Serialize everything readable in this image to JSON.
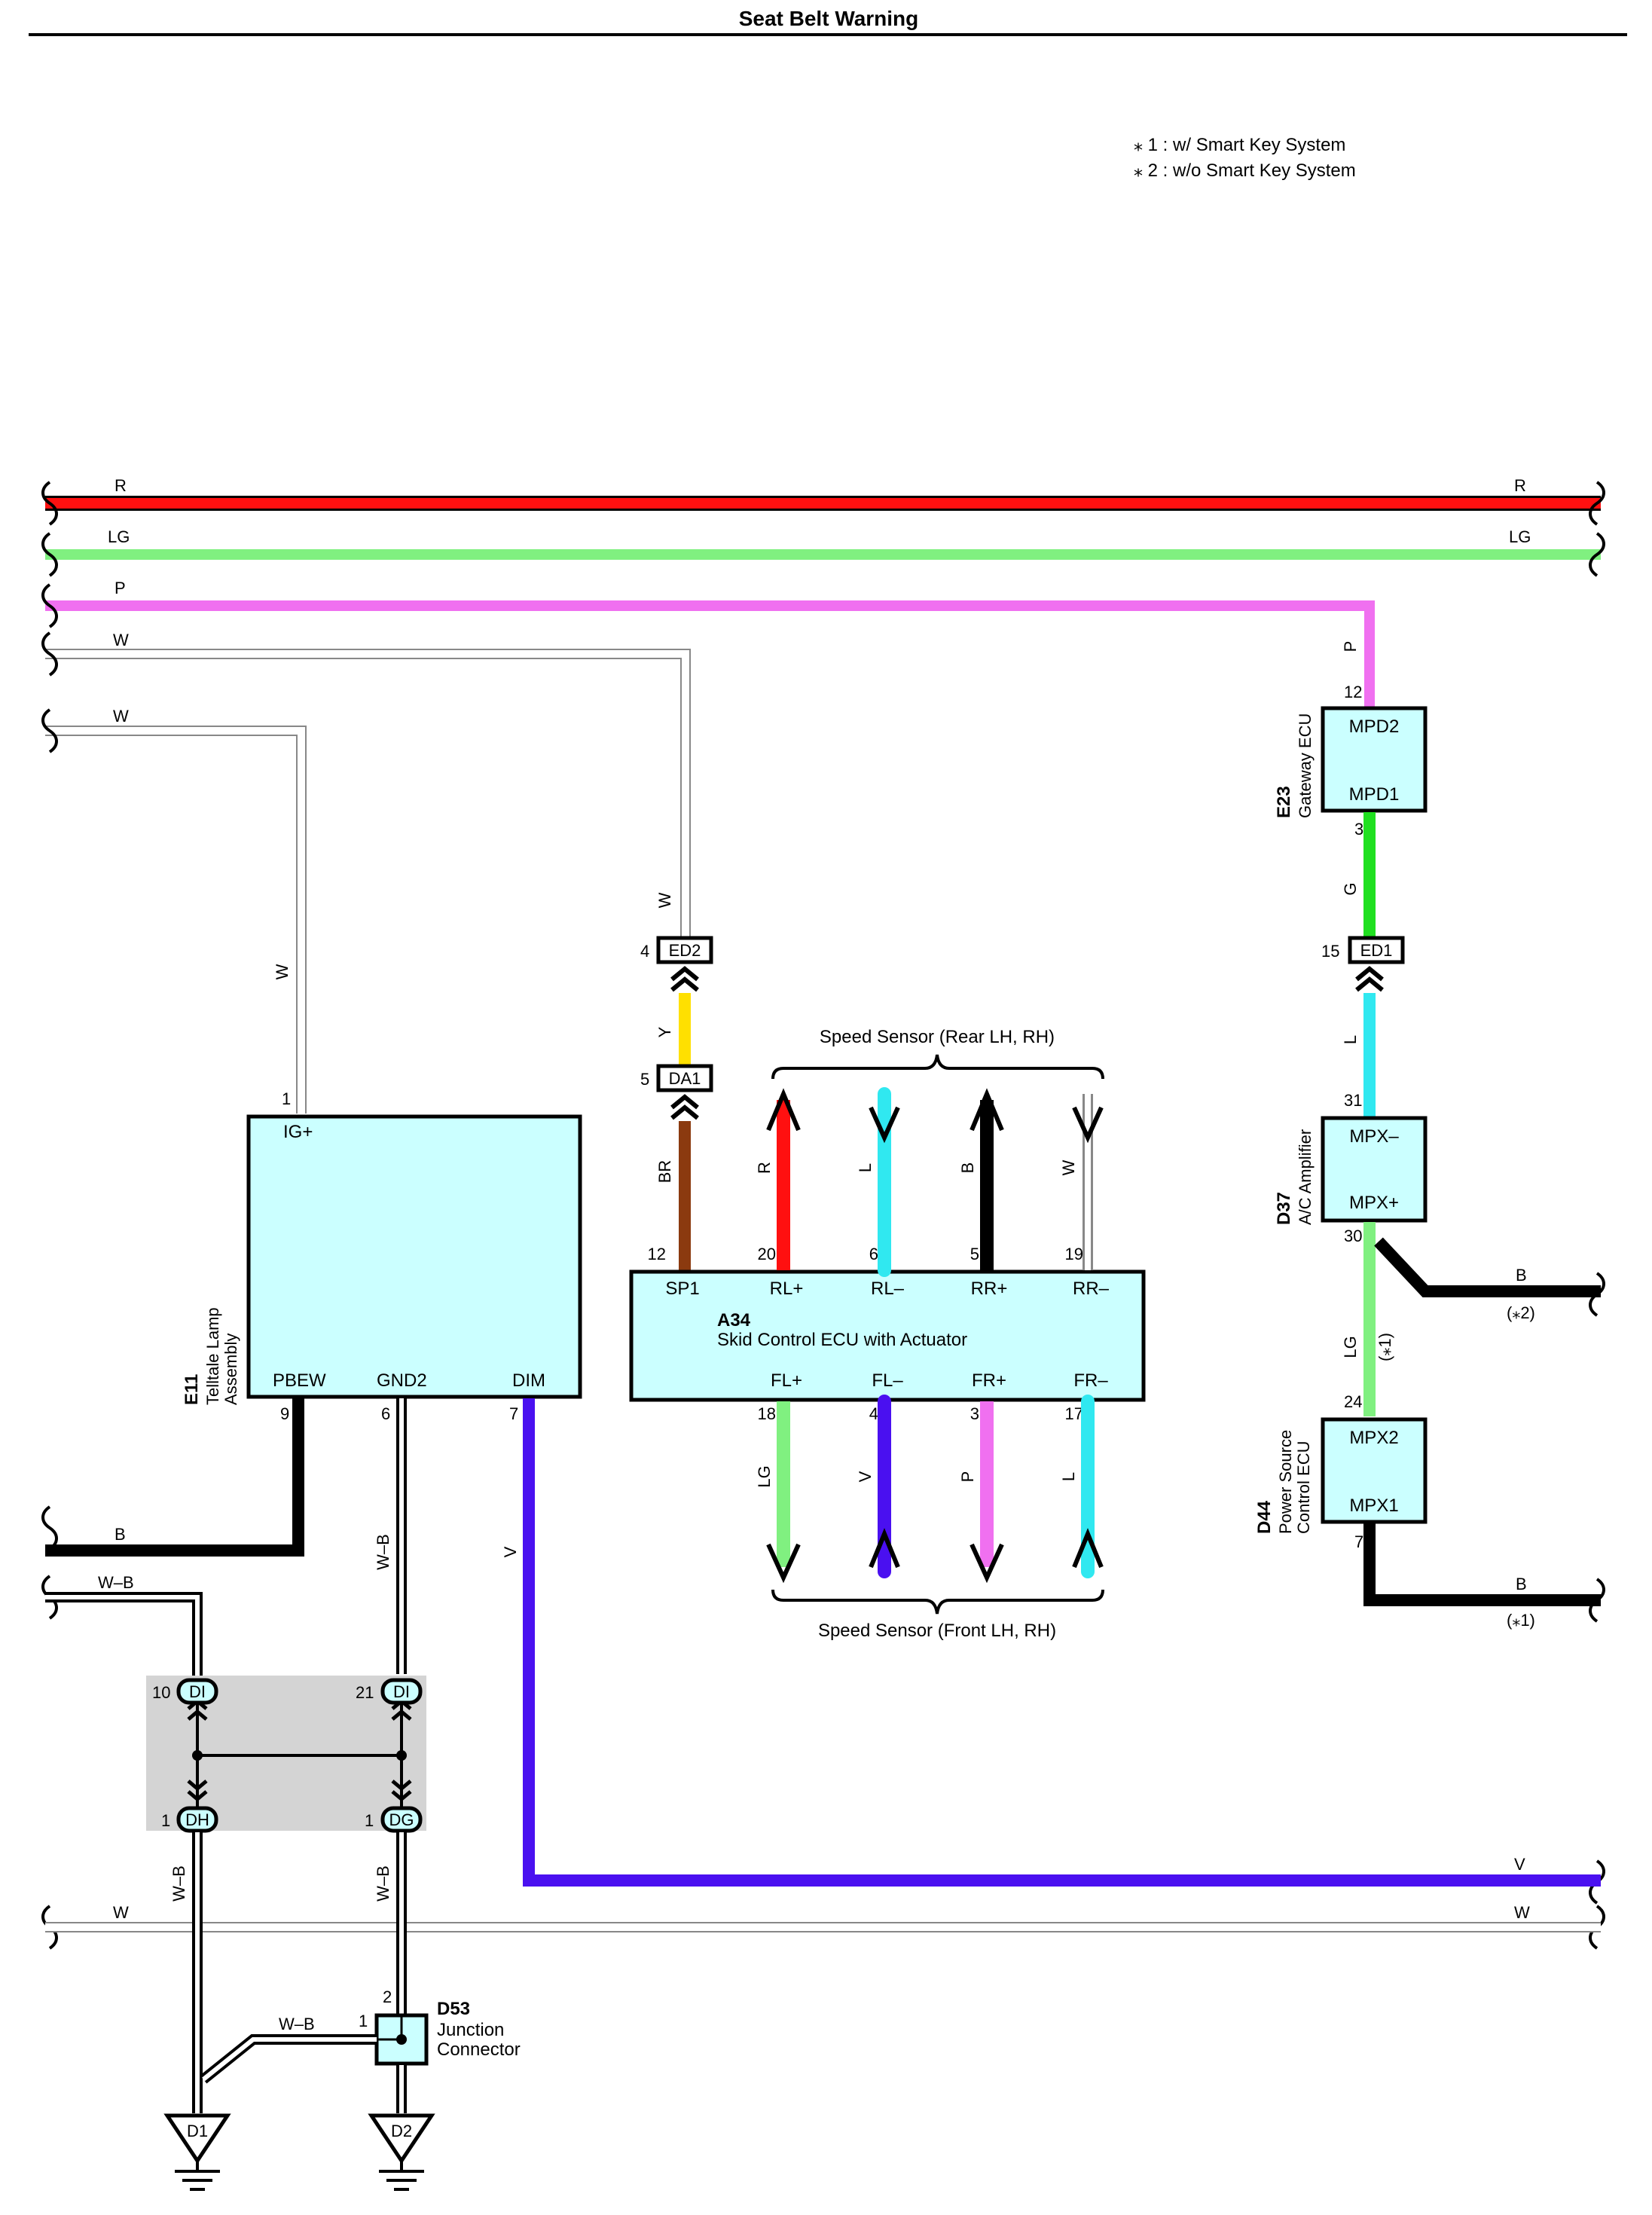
{
  "title": "Seat Belt Warning",
  "notes": [
    "⁎ 1 : w/ Smart Key System",
    "⁎ 2 : w/o Smart Key System"
  ],
  "colors": {
    "R": "#ff1010",
    "LG": "#80f080",
    "P": "#f070f0",
    "W": "#ffffff",
    "Y": "#ffe000",
    "BR": "#8b3a0f",
    "L": "#30e8f0",
    "B": "#000000",
    "G": "#20e020",
    "V": "#4a10f0",
    "box": "#cbffff",
    "shade": "#d4d4d4"
  },
  "bus_labels": {
    "R": "R",
    "LG": "LG",
    "P": "P",
    "W_top1": "W",
    "W_top2": "W",
    "V": "V",
    "W_bottom": "W"
  },
  "components": {
    "e11": {
      "code": "E11",
      "name_line1": "Telltale Lamp",
      "name_line2": "Assembly",
      "pins": {
        "ig": "IG+",
        "pbew": "PBEW",
        "gnd2": "GND2",
        "dim": "DIM"
      },
      "pin_nums": {
        "ig": "1",
        "pbew": "9",
        "gnd2": "6",
        "dim": "7"
      }
    },
    "a34": {
      "code": "A34",
      "name": "Skid Control ECU with Actuator",
      "top_pins": [
        "SP1",
        "RL+",
        "RL–",
        "RR+",
        "RR–"
      ],
      "top_nums": [
        "12",
        "20",
        "6",
        "5",
        "19"
      ],
      "bottom_pins": [
        "FL+",
        "FL–",
        "FR+",
        "FR–"
      ],
      "bottom_nums": [
        "18",
        "4",
        "3",
        "17"
      ]
    },
    "e23": {
      "code": "E23",
      "name": "Gateway ECU",
      "pin_top": "MPD2",
      "pin_bottom": "MPD1",
      "num_top": "12",
      "num_bottom": "3"
    },
    "d37": {
      "code": "D37",
      "name": "A/C Amplifier",
      "pin_top": "MPX–",
      "pin_bottom": "MPX+",
      "num_top": "31",
      "num_bottom": "30"
    },
    "d44": {
      "code": "D44",
      "name_line1": "Power Source",
      "name_line2": "Control ECU",
      "pin_top": "MPX2",
      "pin_bottom": "MPX1",
      "num_top": "24",
      "num_bottom": "7"
    },
    "d53": {
      "code": "D53",
      "name_line1": "Junction",
      "name_line2": "Connector",
      "pin_left": "1",
      "pin_top": "2"
    }
  },
  "connectors": {
    "ed2": {
      "label": "ED2",
      "pin": "4"
    },
    "da1": {
      "label": "DA1",
      "pin": "5"
    },
    "ed1": {
      "label": "ED1",
      "pin": "15"
    },
    "di_left": {
      "label": "DI",
      "pin": "10"
    },
    "di_right": {
      "label": "DI",
      "pin": "21"
    },
    "dh": {
      "label": "DH",
      "pin": "1"
    },
    "dg": {
      "label": "DG",
      "pin": "1"
    }
  },
  "grounds": {
    "d1": "D1",
    "d2": "D2"
  },
  "sensors": {
    "rear": "Speed Sensor (Rear LH,  RH)",
    "front": "Speed Sensor (Front LH,  RH)"
  },
  "wire_labels": {
    "w_e11": "W",
    "w_ed2": "W",
    "y": "Y",
    "br": "BR",
    "r": "R",
    "l_rear": "L",
    "b_rear": "B",
    "w_rear": "W",
    "lg_front": "LG",
    "v_front": "V",
    "p_front": "P",
    "l_front": "L",
    "p_e23": "P",
    "g_e23": "G",
    "l_d37": "L",
    "lg_d37": "LG",
    "note1_mid": "(⁎1)",
    "b_d37": "B",
    "note2": "(⁎2)",
    "b_d44": "B",
    "note1": "(⁎1)",
    "b_e11": "B",
    "wb_top": "W–B",
    "wb_gnd2": "W–B",
    "v_dim": "V",
    "wb_dh": "W–B",
    "wb_dg": "W–B",
    "wb_d53": "W–B"
  }
}
